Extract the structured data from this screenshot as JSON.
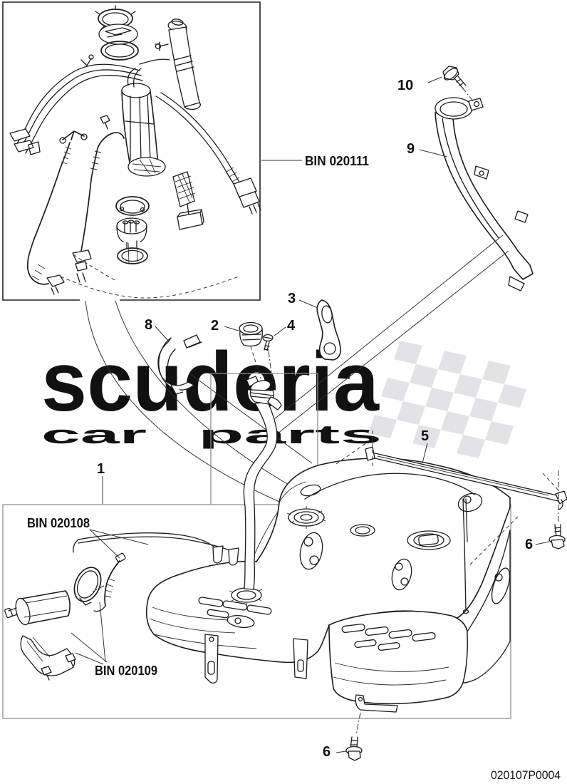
{
  "diagram": {
    "callouts": {
      "c1": "1",
      "c2": "2",
      "c3": "3",
      "c4": "4",
      "c5": "5",
      "c6": "6",
      "c8": "8",
      "c9": "9",
      "c10": "10"
    },
    "bin_labels": {
      "bin111": "BIN 020111",
      "bin108": "BIN 020108",
      "bin109": "BIN 020109"
    },
    "part_number": "020107P0004"
  },
  "watermark": {
    "brand": "scuderia",
    "tagline_word1": "car",
    "tagline_word2": "parts",
    "brand_color": "#f5c2c2",
    "tagline_color": "#d9d9d9",
    "flag_color": "#e3e3e7"
  }
}
